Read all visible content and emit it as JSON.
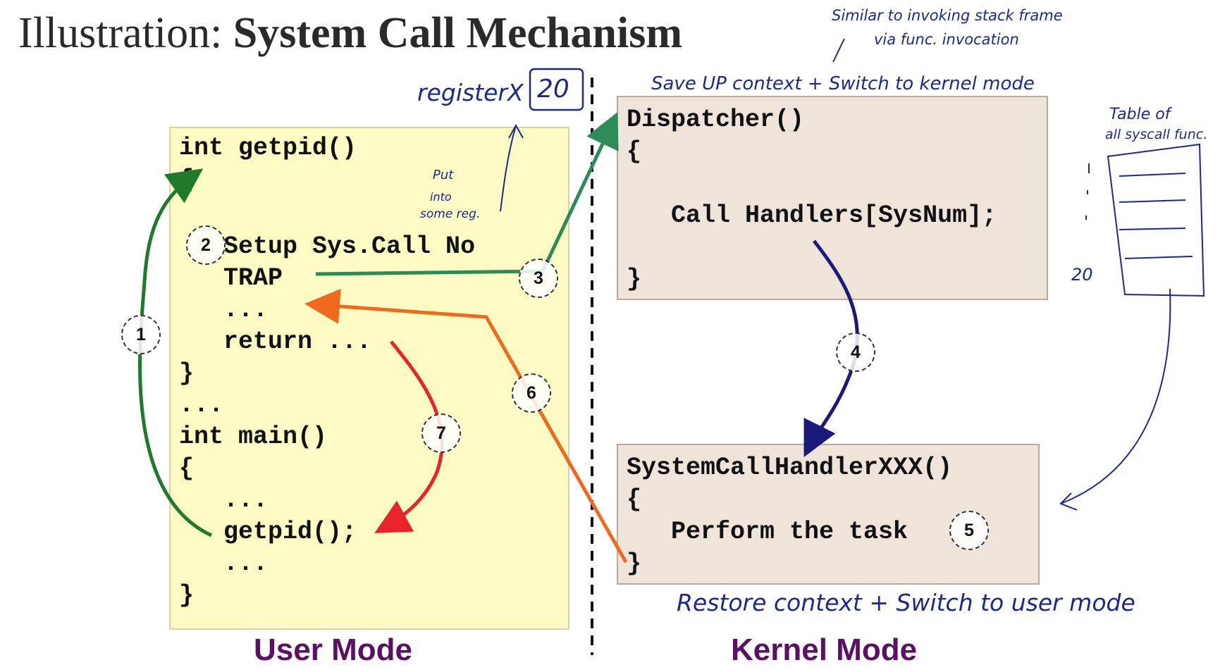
{
  "title": {
    "prefix": "Illustration: ",
    "bold": "System Call Mechanism"
  },
  "user_code": [
    "int getpid()",
    "{",
    "   Setup Sys.Call No",
    "   TRAP",
    "   ...",
    "   return ...",
    "}",
    "...",
    "int main()",
    "{",
    "   ...",
    "   getpid();",
    "   ...",
    "}"
  ],
  "dispatcher_code": {
    "line1": "Dispatcher()",
    "line2": "{",
    "line3": "   Call Handlers[SysNum];",
    "line4": "}"
  },
  "handler_code": {
    "line1": "SystemCallHandlerXXX()",
    "line2": "{",
    "line3": "   Perform the task",
    "line4": "}"
  },
  "steps": {
    "s1": "1",
    "s2": "2",
    "s3": "3",
    "s4": "4",
    "s5": "5",
    "s6": "6",
    "s7": "7"
  },
  "modes": {
    "user": "User Mode",
    "kernel": "Kernel Mode"
  },
  "annotations": {
    "similar_line1": "Similar to invoking stack frame",
    "similar_line2": "via func. invocation",
    "save_context": "Save UP context + Switch to kernel mode",
    "register": "registerX",
    "register_value": "20",
    "put_into_line1": "Put",
    "put_into_line2": "into",
    "put_into_line3": "some reg.",
    "table_line1": "Table of",
    "table_line2": "all syscall func.",
    "table_index_20": "20",
    "restore_context": "Restore context + Switch to user mode"
  },
  "colors": {
    "user_box": "#fdfbc4",
    "kernel_box": "#efe4da",
    "mode_label": "#5c1065",
    "arrow_green_dark": "#1f7a2a",
    "arrow_green_teal": "#2e8b57",
    "arrow_navy": "#1a1a7a",
    "arrow_orange": "#f06a1e",
    "arrow_red": "#e8242a",
    "handwriting": "#1a2a8c"
  }
}
